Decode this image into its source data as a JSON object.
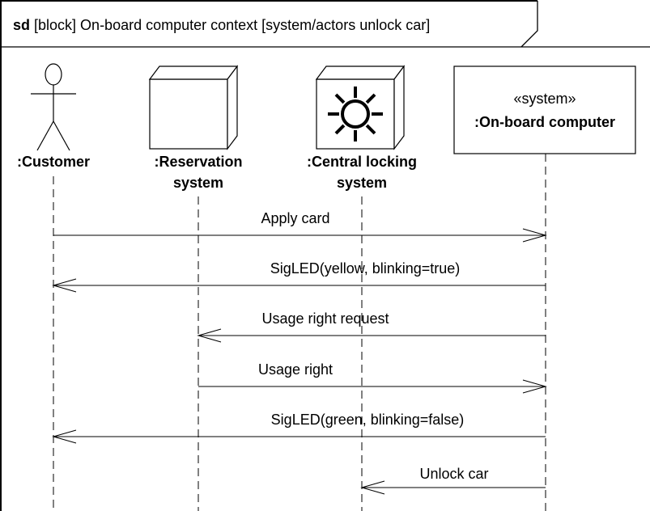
{
  "frame": {
    "keyword": "sd",
    "title": "[block] On-board computer context [system/actors unlock car]"
  },
  "lifelines": [
    {
      "id": "customer",
      "line1": ":Customer",
      "line2": "",
      "kind": "actor"
    },
    {
      "id": "reservation",
      "line1": ":Reservation",
      "line2": "system",
      "kind": "node"
    },
    {
      "id": "locking",
      "line1": ":Central locking",
      "line2": "system",
      "kind": "node-sun"
    },
    {
      "id": "obc",
      "stereotype": "«system»",
      "line1": ":On-board computer",
      "kind": "block"
    }
  ],
  "messages": [
    {
      "label": "Apply card",
      "from": "customer",
      "to": "obc"
    },
    {
      "label": "SigLED(yellow, blinking=true)",
      "from": "obc",
      "to": "customer"
    },
    {
      "label": "Usage right request",
      "from": "obc",
      "to": "reservation"
    },
    {
      "label": "Usage right",
      "from": "reservation",
      "to": "obc"
    },
    {
      "label": "SigLED(green, blinking=false)",
      "from": "obc",
      "to": "customer"
    },
    {
      "label": "Unlock car",
      "from": "obc",
      "to": "locking"
    }
  ]
}
